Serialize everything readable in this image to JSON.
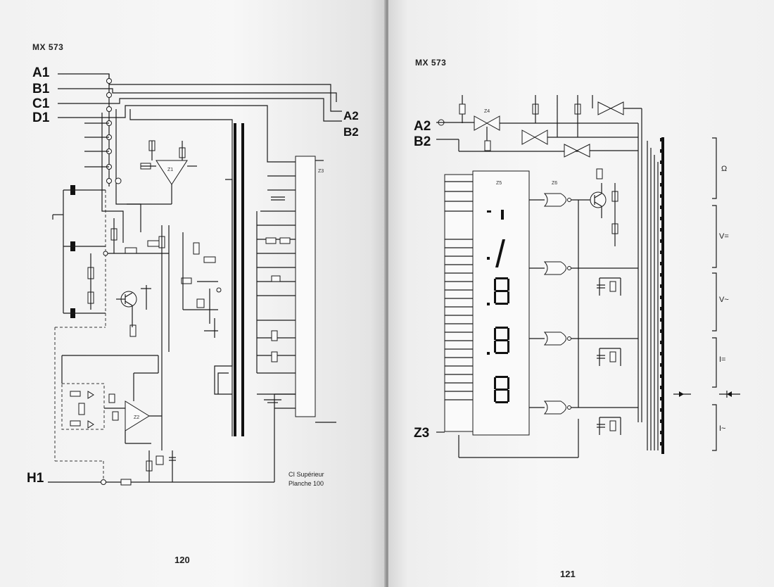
{
  "left_page": {
    "model": "MX 573",
    "page_number": "120",
    "inputs": [
      "A1",
      "B1",
      "C1",
      "D1"
    ],
    "outputs": [
      "A2",
      "B2"
    ],
    "h_terminal": "H1",
    "ic_labels": [
      "Z1",
      "Z2",
      "Z3"
    ],
    "caption_line1": "CI Supérieur",
    "caption_line2": "Planche 100"
  },
  "right_page": {
    "model": "MX 573",
    "page_number": "121",
    "inputs": [
      "A2",
      "B2"
    ],
    "z_terminal": "Z3",
    "ic_labels": [
      "Z4",
      "Z5",
      "Z6"
    ],
    "range_groups": [
      "Ω",
      "V=",
      "V~",
      "I=",
      "I~"
    ]
  }
}
